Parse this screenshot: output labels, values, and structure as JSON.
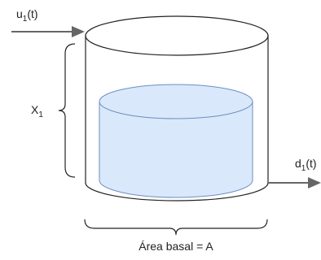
{
  "labels": {
    "inflow": {
      "main": "u",
      "sub": "1",
      "suffix": "(t)"
    },
    "outflow": {
      "main": "d",
      "sub": "1",
      "suffix": "(t)"
    },
    "level": {
      "main": "X",
      "sub": "1"
    },
    "base_area": "Área basal = A"
  },
  "colors": {
    "tank_outline": "#222222",
    "liquid_fill": "#dae8fc",
    "liquid_stroke": "#6c8ebf",
    "arrow": "#666666"
  }
}
